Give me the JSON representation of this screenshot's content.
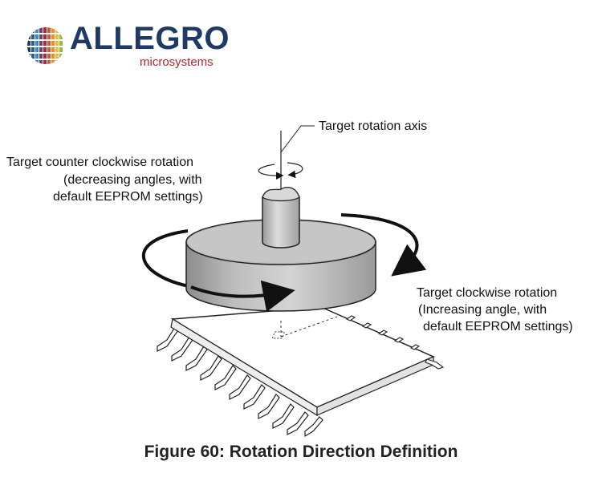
{
  "logo": {
    "wordmark": "ALLEGRO",
    "subtitle": "microsystems",
    "brand_blue": "#1f3a66",
    "brand_red": "#b3282d"
  },
  "figure": {
    "label_axis": "Target rotation axis",
    "label_ccw": [
      "Target counter clockwise rotation",
      "(decreasing angles, with",
      "default EEPROM settings)"
    ],
    "label_cw": [
      "Target clockwise rotation",
      "(Increasing angle, with",
      "default EEPROM settings)"
    ]
  },
  "caption": "Figure 60: Rotation Direction Definition"
}
